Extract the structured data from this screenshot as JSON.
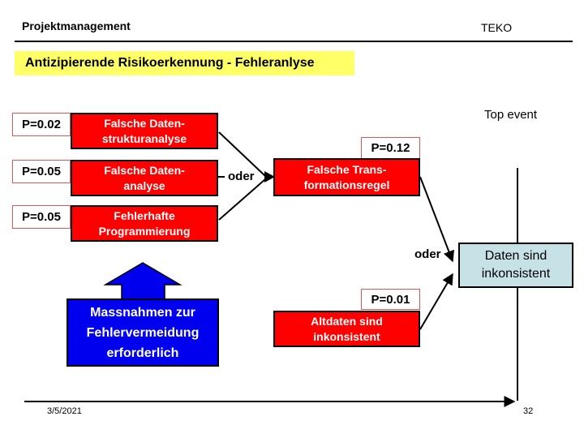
{
  "header": {
    "title": "Projektmanagement",
    "org": "TEKO"
  },
  "slide_title": "Antizipierende Risikoerkennung - Fehleranlyse",
  "diagram": {
    "top_event_label": "Top event",
    "oder_left": "oder",
    "oder_right": "oder",
    "basic_events": [
      {
        "probability": "P=0.02",
        "line1": "Falsche Daten-",
        "line2": "strukturanalyse"
      },
      {
        "probability": "P=0.05",
        "line1": "Falsche Daten-",
        "line2": "analyse"
      },
      {
        "probability": "P=0.05",
        "line1": "Fehlerhafte",
        "line2": "Programmierung"
      }
    ],
    "intermediate_event": {
      "probability": "P=0.12",
      "line1": "Falsche Trans-",
      "line2": "formationsregel"
    },
    "old_data_event": {
      "probability": "P=0.01",
      "line1": "Altdaten sind",
      "line2": "inkonsistent"
    },
    "top_event_box": {
      "line1": "Daten sind",
      "line2": "inkonsistent"
    },
    "action_box": {
      "line1": "Massnahmen zur",
      "line2": "Fehlervermeidung",
      "line3": "erforderlich"
    }
  },
  "footer": {
    "date": "3/5/2021",
    "page_number": "32"
  },
  "colors": {
    "event_red": "#ff0000",
    "action_blue": "#0000ee",
    "top_event_blue": "#c6e2e6",
    "title_highlight": "#ffff66"
  }
}
